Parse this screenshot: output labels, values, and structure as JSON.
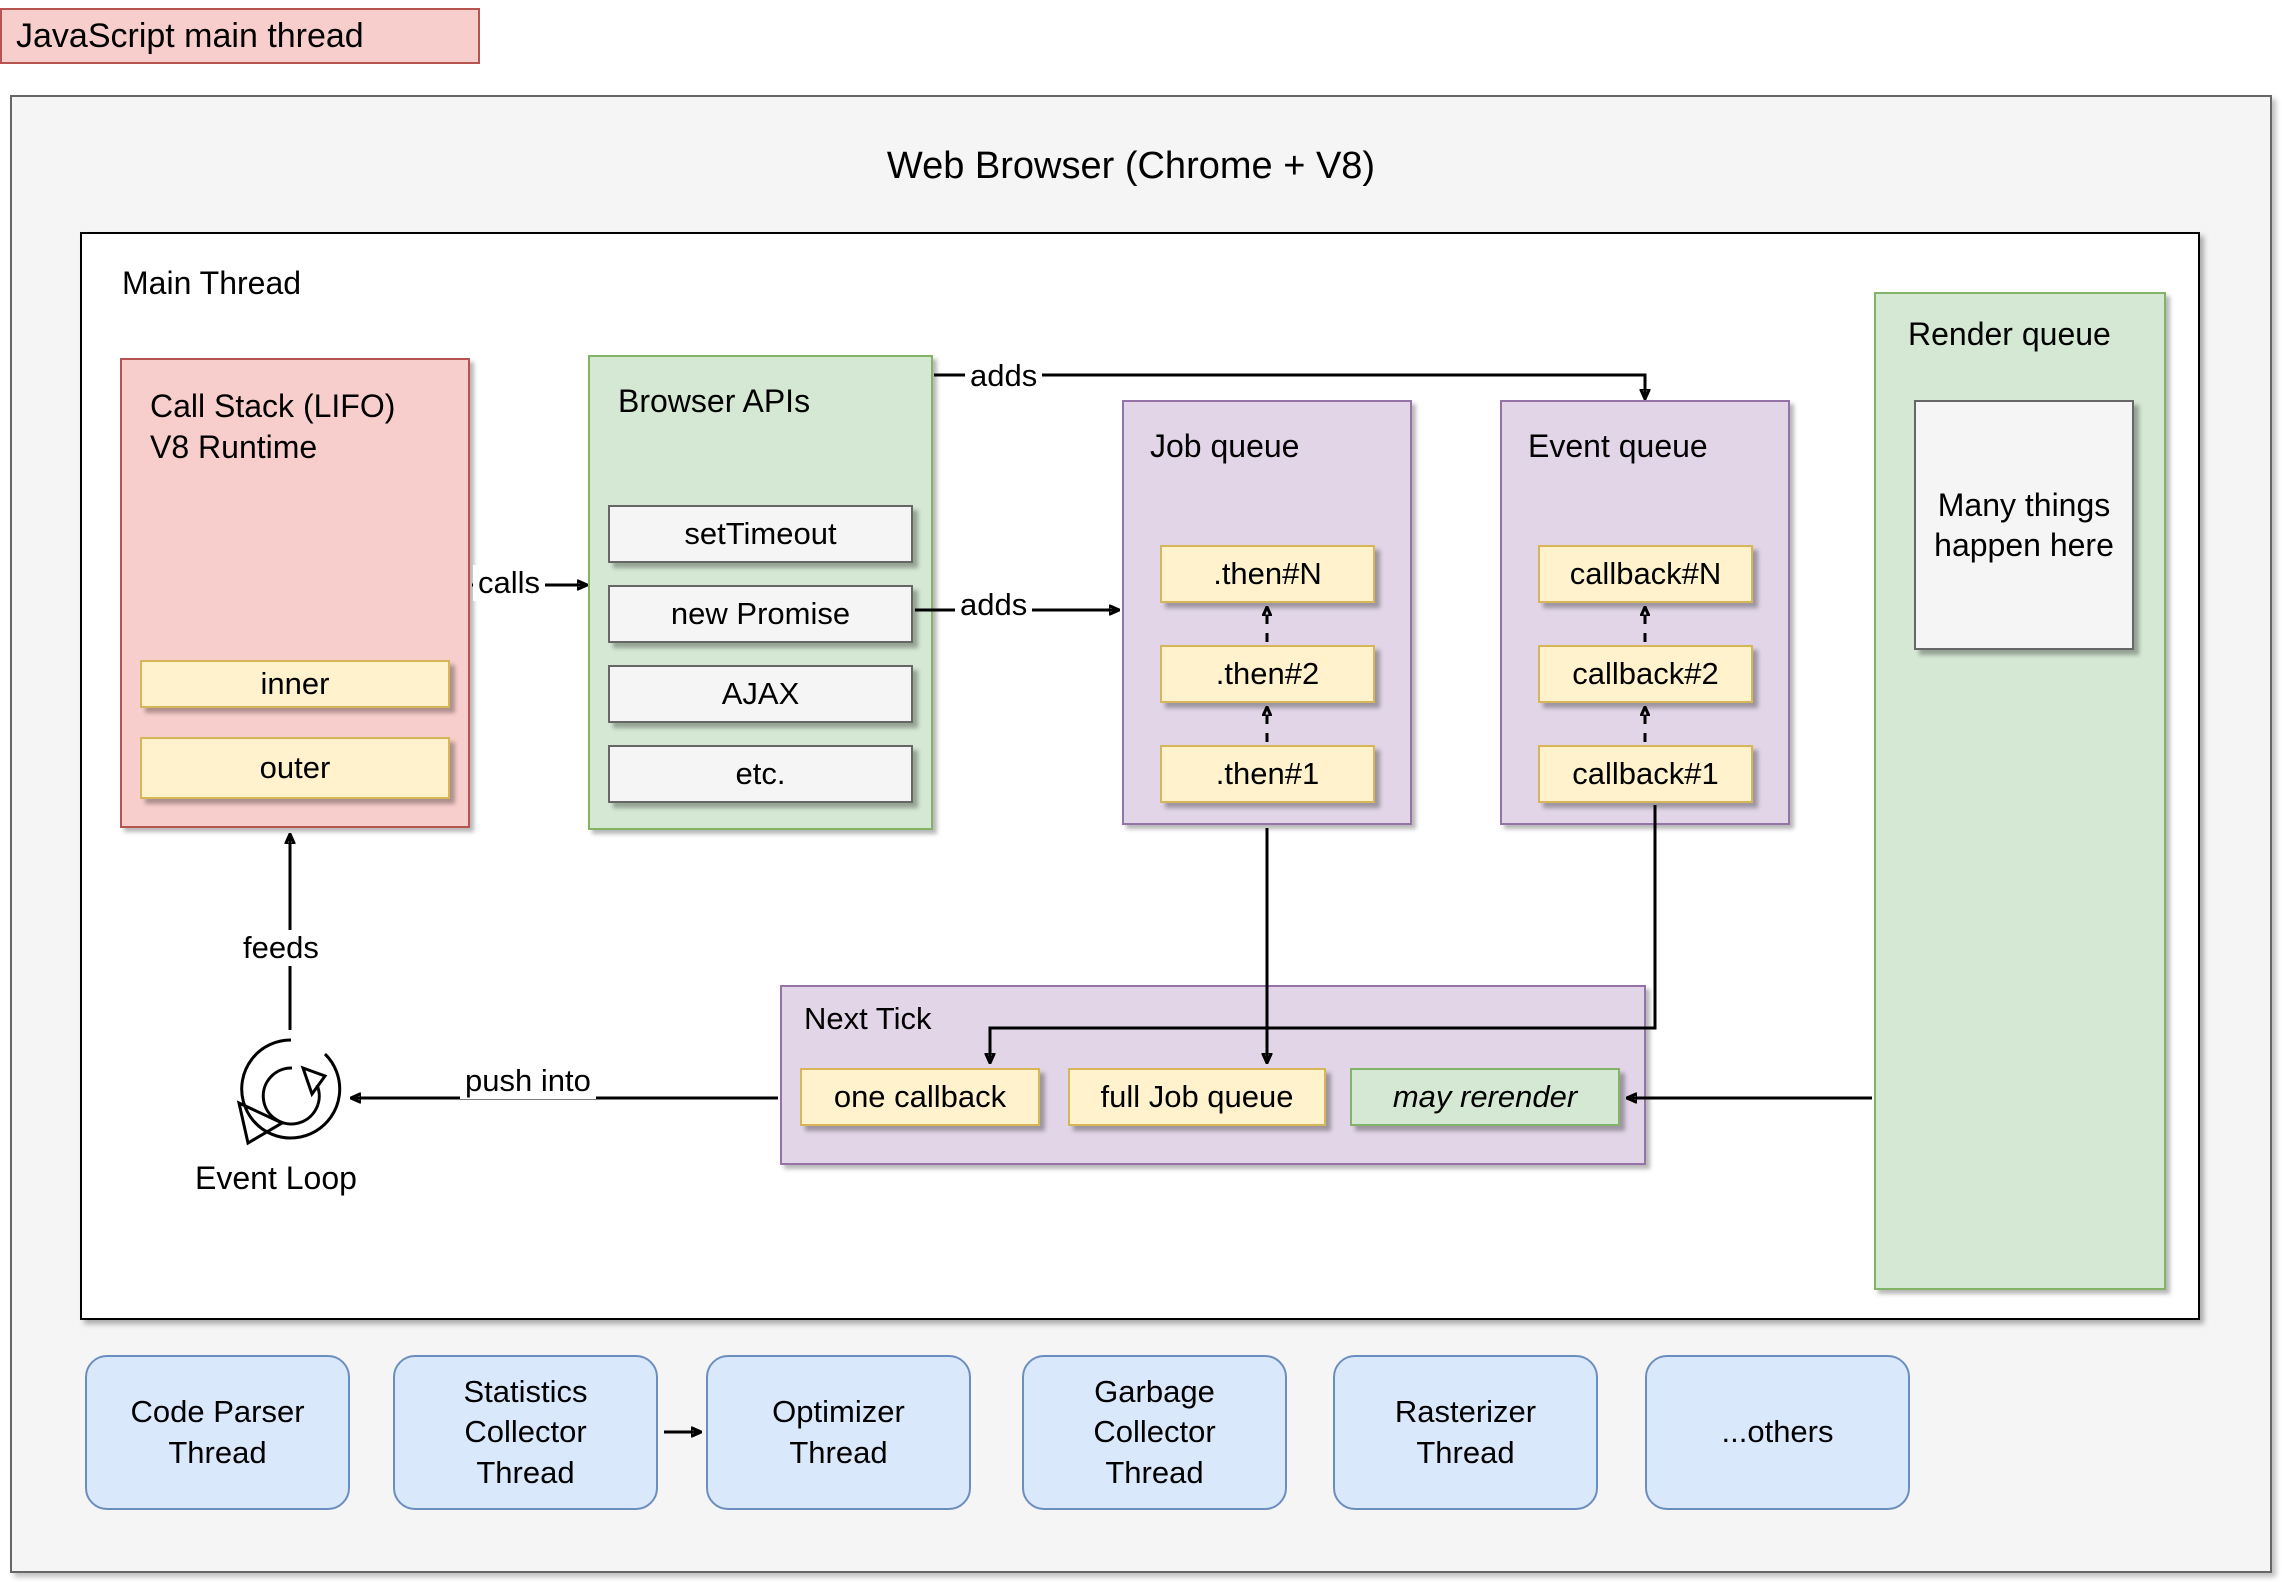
{
  "title_badge": {
    "label": "JavaScript main thread"
  },
  "browser": {
    "title": "Web Browser (Chrome + V8)"
  },
  "main_thread": {
    "label": "Main Thread"
  },
  "call_stack": {
    "title_line1": "Call Stack (LIFO)",
    "title_line2": "V8 Runtime",
    "frames": [
      {
        "label": "inner"
      },
      {
        "label": "outer"
      }
    ]
  },
  "browser_apis": {
    "title": "Browser APIs",
    "items": [
      {
        "label": "setTimeout"
      },
      {
        "label": "new Promise"
      },
      {
        "label": "AJAX"
      },
      {
        "label": "etc."
      }
    ]
  },
  "job_queue": {
    "title": "Job queue",
    "items": [
      {
        "label": ".then#N"
      },
      {
        "label": ".then#2"
      },
      {
        "label": ".then#1"
      }
    ]
  },
  "event_queue": {
    "title": "Event queue",
    "items": [
      {
        "label": "callback#N"
      },
      {
        "label": "callback#2"
      },
      {
        "label": "callback#1"
      }
    ]
  },
  "render_queue": {
    "title": "Render queue",
    "inner_line1": "Many things",
    "inner_line2": "happen here"
  },
  "next_tick": {
    "title": "Next Tick",
    "items": [
      {
        "label": "one callback",
        "style": "yellow"
      },
      {
        "label": "full Job queue",
        "style": "yellow"
      },
      {
        "label": "may rerender",
        "style": "green-italic"
      }
    ]
  },
  "event_loop": {
    "label": "Event Loop",
    "icon": "loop-arrow-icon"
  },
  "edges": {
    "calls": "calls",
    "adds_top": "adds",
    "adds_mid": "adds",
    "feeds": "feeds",
    "push_into": "push into"
  },
  "worker_threads": [
    {
      "line1": "Code Parser",
      "line2": "Thread",
      "line3": ""
    },
    {
      "line1": "Statistics",
      "line2": "Collector",
      "line3": "Thread"
    },
    {
      "line1": "Optimizer",
      "line2": "Thread",
      "line3": ""
    },
    {
      "line1": "Garbage",
      "line2": "Collector",
      "line3": "Thread"
    },
    {
      "line1": "Rasterizer",
      "line2": "Thread",
      "line3": ""
    },
    {
      "line1": "...others",
      "line2": "",
      "line3": ""
    }
  ],
  "colors": {
    "pink_fill": "#f8cecc",
    "pink_stroke": "#b85450",
    "green_fill": "#d5e8d4",
    "green_stroke": "#82b366",
    "purple_fill": "#e1d5e7",
    "purple_stroke": "#9673a6",
    "yellow_fill": "#fff2cc",
    "yellow_stroke": "#d6b656",
    "blue_fill": "#dae8fc",
    "blue_stroke": "#6c8ebf",
    "gray_fill": "#f5f5f5",
    "gray_stroke": "#666666"
  }
}
